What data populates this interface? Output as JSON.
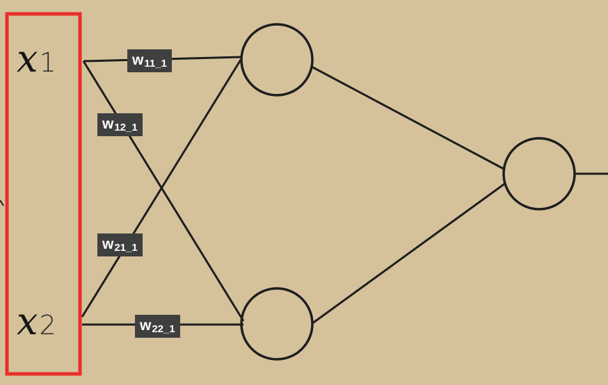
{
  "inputs": [
    {
      "var": "x",
      "index": "1"
    },
    {
      "var": "x",
      "index": "2"
    }
  ],
  "weights": [
    {
      "base": "w",
      "sub": "11_1"
    },
    {
      "base": "w",
      "sub": "12_1"
    },
    {
      "base": "w",
      "sub": "21_1"
    },
    {
      "base": "w",
      "sub": "22_1"
    }
  ],
  "colors": {
    "background": "#d5c29b",
    "stroke": "#1e1e1e",
    "highlight_box": "#e8302a",
    "label_bg": "#3f3f3f",
    "label_text": "#ffffff"
  }
}
